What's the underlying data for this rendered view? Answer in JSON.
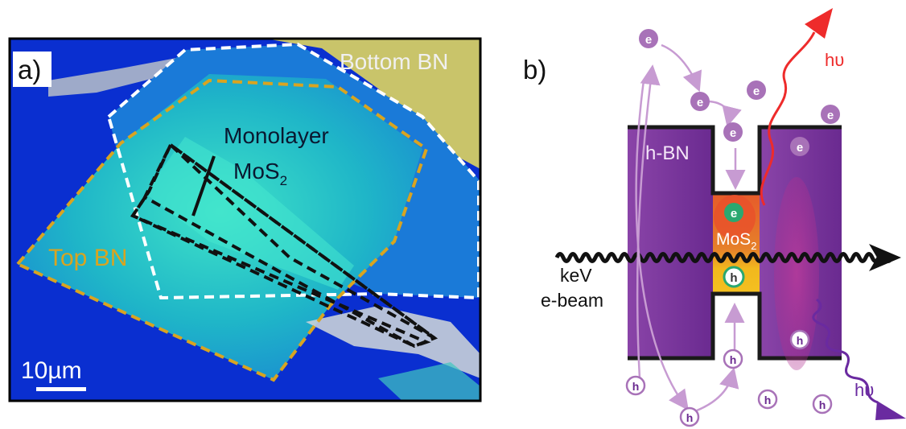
{
  "panel_a": {
    "label": "a)",
    "bottom_bn": "Bottom BN",
    "monolayer_line1": "Monolayer",
    "mos2_base": "MoS",
    "mos2_sub": "2",
    "top_bn": "Top BN",
    "scale_bar": "10µm"
  },
  "panel_b": {
    "label": "b)",
    "hbn": "h-BN",
    "mos2_base": "MoS",
    "mos2_sub": "2",
    "kev": "keV",
    "ebeam": "e-beam",
    "hv_top": "hυ",
    "hv_bottom": "hυ",
    "electron": "e",
    "hole": "h"
  },
  "colors": {
    "hbn": "#6e2c8e",
    "hbn_light": "#8a44a8",
    "mos2_red": "#e0452b",
    "mos2_yellow": "#f4c020",
    "particle": "#a872b8",
    "arrow_light": "#c79bd2",
    "photon_red": "#ee2b2b",
    "photon_purple": "#6a2aa0",
    "white_outline": "#ffffff",
    "yellow_outline": "#d9a420",
    "black_outline": "#111111"
  }
}
